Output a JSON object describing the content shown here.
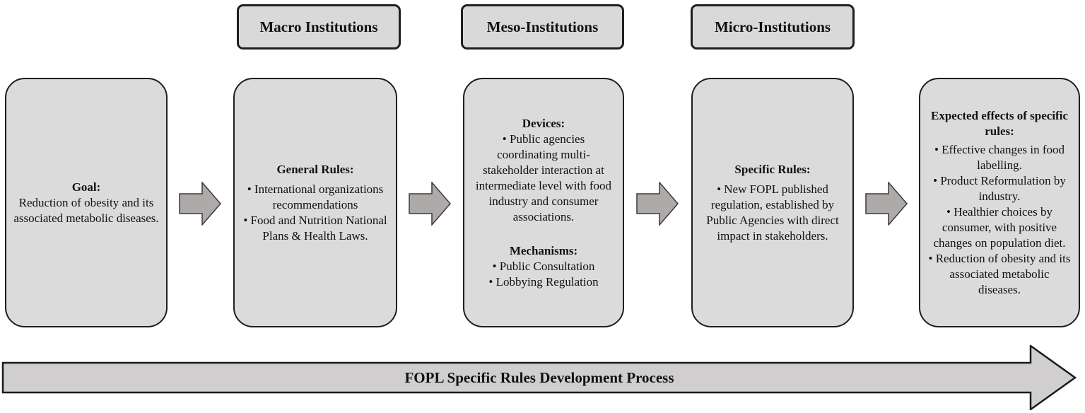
{
  "stage_headers": [
    {
      "label": "Macro Institutions"
    },
    {
      "label": "Meso-Institutions"
    },
    {
      "label": "Micro-Institutions"
    }
  ],
  "boxes": [
    {
      "name": "goal",
      "heading": "Goal:",
      "body": "Reduction of obesity and its associated metabolic diseases."
    },
    {
      "name": "general-rules",
      "heading": "General Rules:",
      "bullets": [
        "International organizations recommendations",
        "Food and Nutrition National Plans & Health Laws."
      ]
    },
    {
      "name": "meso-devices-mechanisms",
      "heading": "Devices:",
      "bullets": [
        "Public agencies coordinating multi-stakeholder interaction at intermediate level with food industry and consumer associations."
      ],
      "heading2": "Mechanisms:",
      "bullets2": [
        "Public Consultation",
        "Lobbying Regulation"
      ]
    },
    {
      "name": "specific-rules",
      "heading": "Specific Rules:",
      "bullets": [
        "New FOPL published regulation, established by Public Agencies with direct impact in stakeholders."
      ]
    },
    {
      "name": "expected-effects",
      "heading": "Expected effects of specific rules:",
      "bullets": [
        "Effective changes in food labelling.",
        "Product Reformulation by industry.",
        "Healthier choices by consumer, with positive changes on population diet.",
        "Reduction of obesity and its associated metabolic diseases."
      ]
    }
  ],
  "process_arrow": {
    "label": "FOPL Specific Rules Development Process"
  },
  "colors": {
    "box_fill": "#dbdbdb",
    "header_fill": "#d9d9d9",
    "border": "#1f1f1f",
    "flow_arrow_fill": "#aeaaa9",
    "flow_arrow_stroke": "#3a3a3a",
    "process_arrow_fill": "#d0cecf",
    "process_arrow_stroke": "#1a1a1a"
  }
}
